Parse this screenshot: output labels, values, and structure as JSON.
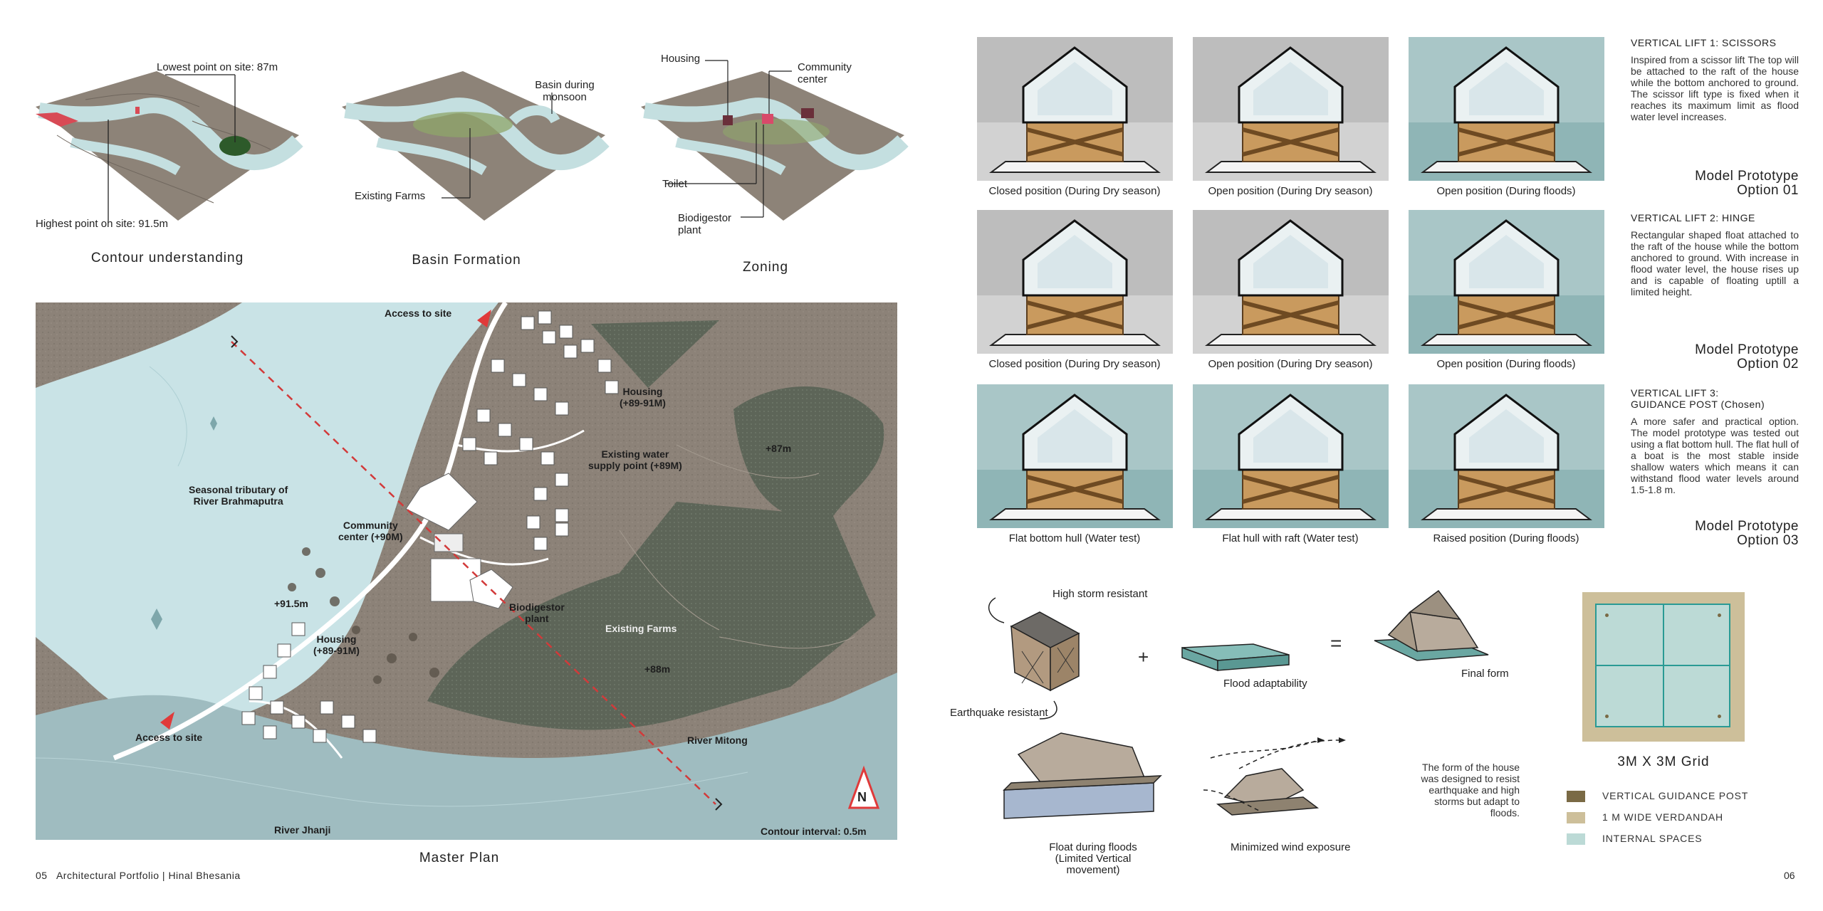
{
  "diagrams": [
    {
      "caption": "Contour understanding",
      "labels": {
        "lowest": "Lowest point on site: 87m",
        "highest": "Highest point on site: 91.5m"
      }
    },
    {
      "caption": "Basin Formation",
      "labels": {
        "basin": "Basin during monsoon",
        "farms": "Existing Farms"
      }
    },
    {
      "caption": "Zoning",
      "labels": {
        "housing": "Housing",
        "community": "Community center",
        "toilet": "Toilet",
        "biodigestor": "Biodigestor plant"
      }
    }
  ],
  "master_plan": {
    "caption": "Master Plan",
    "labels": {
      "access_top": "Access to site",
      "access_bottom": "Access to site",
      "housing_1": "Housing\n(+89-91M)",
      "housing_2": "Housing\n(+89-91M)",
      "water_supply": "Existing water\nsupply point (+89M)",
      "tributary": "Seasonal tributary of\nRiver Brahmaputra",
      "community": "Community\ncenter (+90M)",
      "level_915": "+91.5m",
      "level_87": "+87m",
      "level_88": "+88m",
      "biodigestor": "Biodigestor\nplant",
      "farms": "Existing Farms",
      "mitong": "River Mitong",
      "jhanji": "River Jhanji",
      "contour": "Contour interval: 0.5m",
      "north": "N"
    }
  },
  "footer": {
    "left": "05   Architectural Portfolio | Hinal Bhesania",
    "right": "06"
  },
  "photos": [
    {
      "caption": "Closed position (During Dry season)",
      "water": false
    },
    {
      "caption": "Open position (During Dry season)",
      "water": false
    },
    {
      "caption": "Open position (During floods)",
      "water": true
    },
    {
      "caption": "Closed position (During Dry season)",
      "water": false
    },
    {
      "caption": "Open position (During Dry season)",
      "water": false
    },
    {
      "caption": "Open position (During floods)",
      "water": true
    },
    {
      "caption": "Flat bottom hull (Water test)",
      "water": true
    },
    {
      "caption": "Flat hull with raft (Water test)",
      "water": true
    },
    {
      "caption": "Raised position (During floods)",
      "water": true
    }
  ],
  "options": [
    {
      "title": "VERTICAL LIFT 1: SCISSORS",
      "text": "Inspired from a scissor lift The top will be attached to the raft of the house while the bottom anchored to ground. The scissor lift type is fixed when it reaches its maximum limit as flood water level increases.",
      "label": "Model Prototype\nOption 01"
    },
    {
      "title": "VERTICAL LIFT 2: HINGE",
      "text": "Rectangular shaped float attached to the raft of the house while the bottom anchored to ground. With increase in flood water level, the house rises up and is capable of floating uptill a limited height.",
      "label": "Model Prototype\nOption 02"
    },
    {
      "title": "VERTICAL LIFT 3:\nGUIDANCE POST (Chosen)",
      "text": "A more safer and practical option. The model prototype was tested out using a flat bottom hull. The flat hull of a boat is the most stable inside shallow waters which means it can withstand flood water levels around 1.5-1.8 m.",
      "label": "Model Prototype\nOption 03"
    }
  ],
  "form": {
    "high_storm": "High storm resistant",
    "earthquake": "Earthquake resistant",
    "flood": "Flood adaptability",
    "final": "Final form",
    "plus": "+",
    "equals": "=",
    "float": "Float during floods\n(Limited Vertical\nmovement)",
    "wind": "Minimized wind exposure",
    "note": "The form of the house was designed to resist earthquake and high storms but adapt to floods."
  },
  "grid": {
    "caption": "3M X 3M Grid",
    "legend": [
      {
        "label": "VERTICAL GUIDANCE POST",
        "color": "#7a6a45"
      },
      {
        "label": "1 M WIDE VERDANDAH",
        "color": "#cdbf9a"
      },
      {
        "label": "INTERNAL SPACES",
        "color": "#bcdad6"
      }
    ]
  }
}
